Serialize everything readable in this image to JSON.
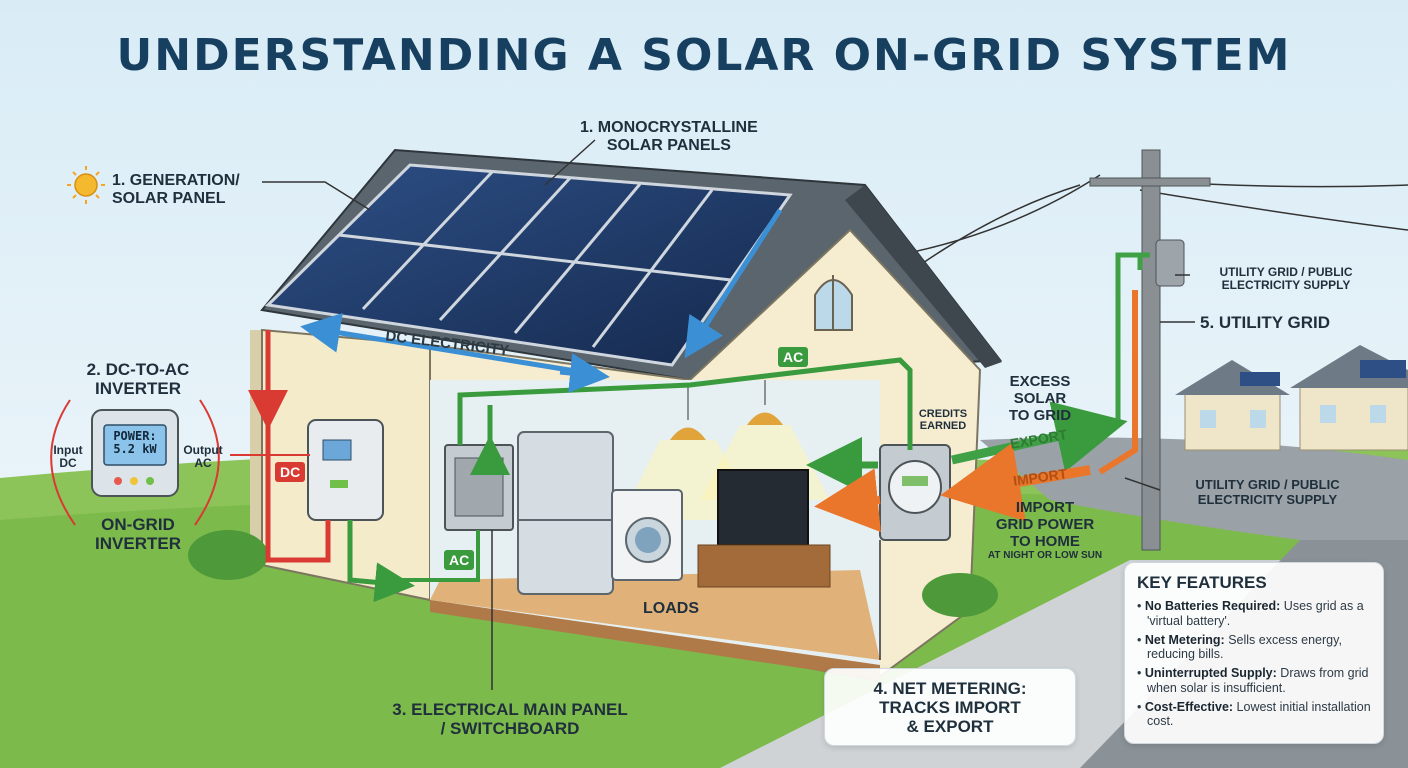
{
  "title": "UNDERSTANDING A SOLAR ON-GRID SYSTEM",
  "labels": {
    "generation": [
      "1. GENERATION/",
      "SOLAR PANEL"
    ],
    "panels": [
      "1. MONOCRYSTALLINE",
      "SOLAR PANELS"
    ],
    "inverter_head": [
      "2. DC-TO-AC",
      "INVERTER"
    ],
    "inverter_sub": [
      "ON-GRID",
      "INVERTER"
    ],
    "input": [
      "Input",
      "DC"
    ],
    "output": [
      "Output",
      "AC"
    ],
    "power_display": [
      "POWER:",
      "5.2 kW"
    ],
    "dc_electricity": "DC ELECTRICITY",
    "dc_tag": "DC",
    "ac_tag_top": "AC",
    "ac_tag_bottom": "AC",
    "loads": "LOADS",
    "main_panel": [
      "3. ELECTRICAL MAIN PANEL",
      "/ SWITCHBOARD"
    ],
    "net_metering": [
      "4. NET METERING:",
      "TRACKS IMPORT",
      "& EXPORT"
    ],
    "credits": [
      "CREDITS",
      "EARNED"
    ],
    "excess": [
      "EXCESS",
      "SOLAR",
      "TO GRID"
    ],
    "export": "EXPORT",
    "import_arrow": "IMPORT",
    "import_head": "IMPORT",
    "import_sub": [
      "GRID POWER",
      "TO HOME"
    ],
    "import_note": "AT NIGHT OR LOW SUN",
    "utility_top": [
      "UTILITY GRID / PUBLIC",
      "ELECTRICITY SUPPLY"
    ],
    "utility_grid": "5. UTILITY GRID",
    "utility_bottom": [
      "UTILITY GRID / PUBLIC",
      "ELECTRICITY SUPPLY"
    ]
  },
  "key_features": {
    "title": "KEY FEATURES",
    "items": [
      {
        "term": "No Batteries Required:",
        "text": " Uses grid as a 'virtual battery'."
      },
      {
        "term": "Net Metering:",
        "text": " Sells excess energy, reducing bills."
      },
      {
        "term": "Uninterrupted Supply:",
        "text": " Draws from grid when solar is insufficient."
      },
      {
        "term": "Cost-Effective:",
        "text": " Lowest initial installation cost."
      }
    ]
  },
  "colors": {
    "title": "#173f5f",
    "dc": "#d93a32",
    "ac": "#3a9a3e",
    "export": "#3fa046",
    "import": "#e9762b",
    "dc_flow": "#3b8fd4"
  }
}
